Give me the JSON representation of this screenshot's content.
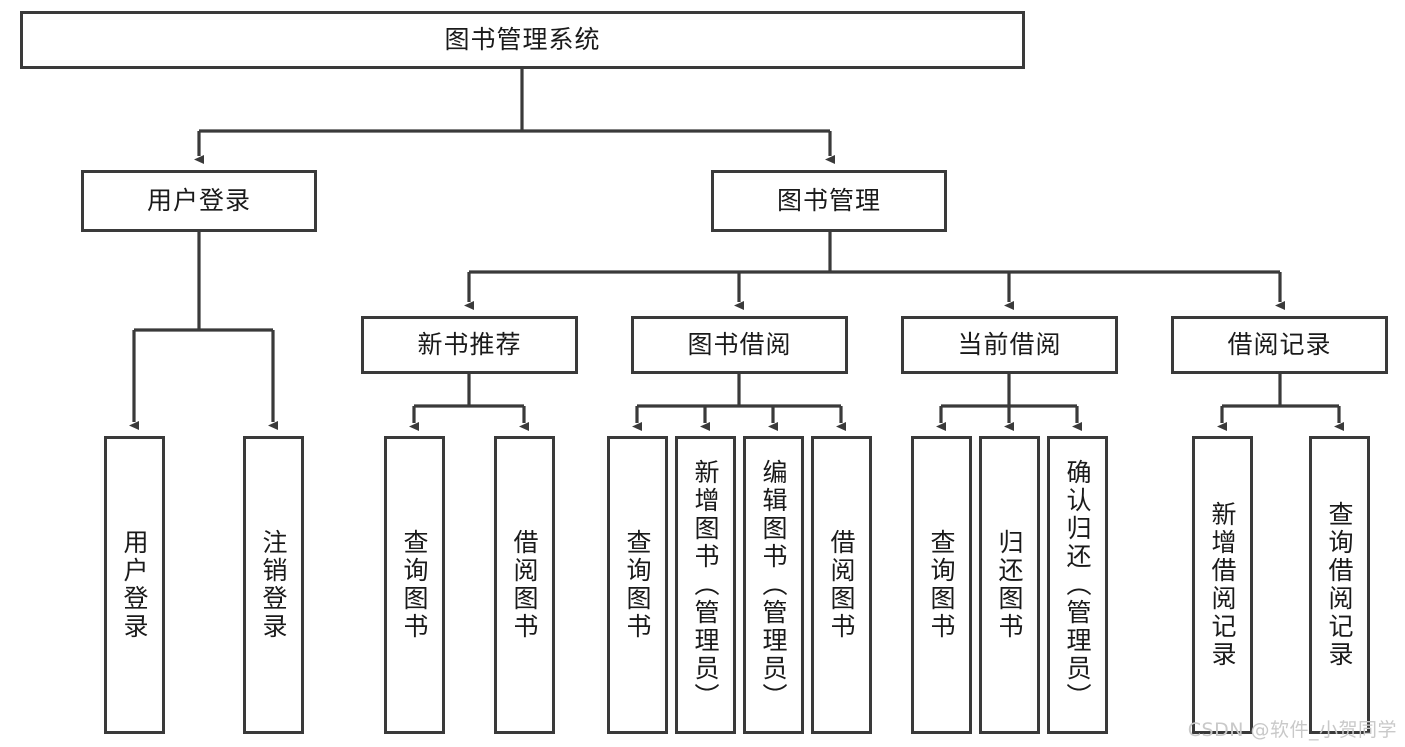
{
  "diagram": {
    "title": "图书管理系统",
    "watermark": "CSDN @软件_小贺同学",
    "edge_color": "#3a3a3a",
    "box_border_color": "#3a3a3a",
    "box_fill_color": "#ffffff",
    "text_color": "#1a1a1a",
    "watermark_color": "#c9c9c9"
  },
  "nodes": {
    "root": {
      "label": "图书管理系统"
    },
    "level2": [
      {
        "label": "用户登录"
      },
      {
        "label": "图书管理"
      }
    ],
    "level3": [
      {
        "label": "新书推荐"
      },
      {
        "label": "图书借阅"
      },
      {
        "label": "当前借阅"
      },
      {
        "label": "借阅记录"
      }
    ],
    "leaves": [
      {
        "label": "用户登录",
        "parent": "用户登录"
      },
      {
        "label": "注销登录",
        "parent": "用户登录"
      },
      {
        "label": "查询图书",
        "parent": "新书推荐"
      },
      {
        "label": "借阅图书",
        "parent": "新书推荐"
      },
      {
        "label": "查询图书",
        "parent": "图书借阅"
      },
      {
        "label": "新增图书（管理员）",
        "parent": "图书借阅"
      },
      {
        "label": "编辑图书（管理员）",
        "parent": "图书借阅"
      },
      {
        "label": "借阅图书",
        "parent": "图书借阅"
      },
      {
        "label": "查询图书",
        "parent": "当前借阅"
      },
      {
        "label": "归还图书",
        "parent": "当前借阅"
      },
      {
        "label": "确认归还（管理员）",
        "parent": "当前借阅"
      },
      {
        "label": "新增借阅记录",
        "parent": "借阅记录"
      },
      {
        "label": "查询借阅记录",
        "parent": "借阅记录"
      }
    ]
  }
}
